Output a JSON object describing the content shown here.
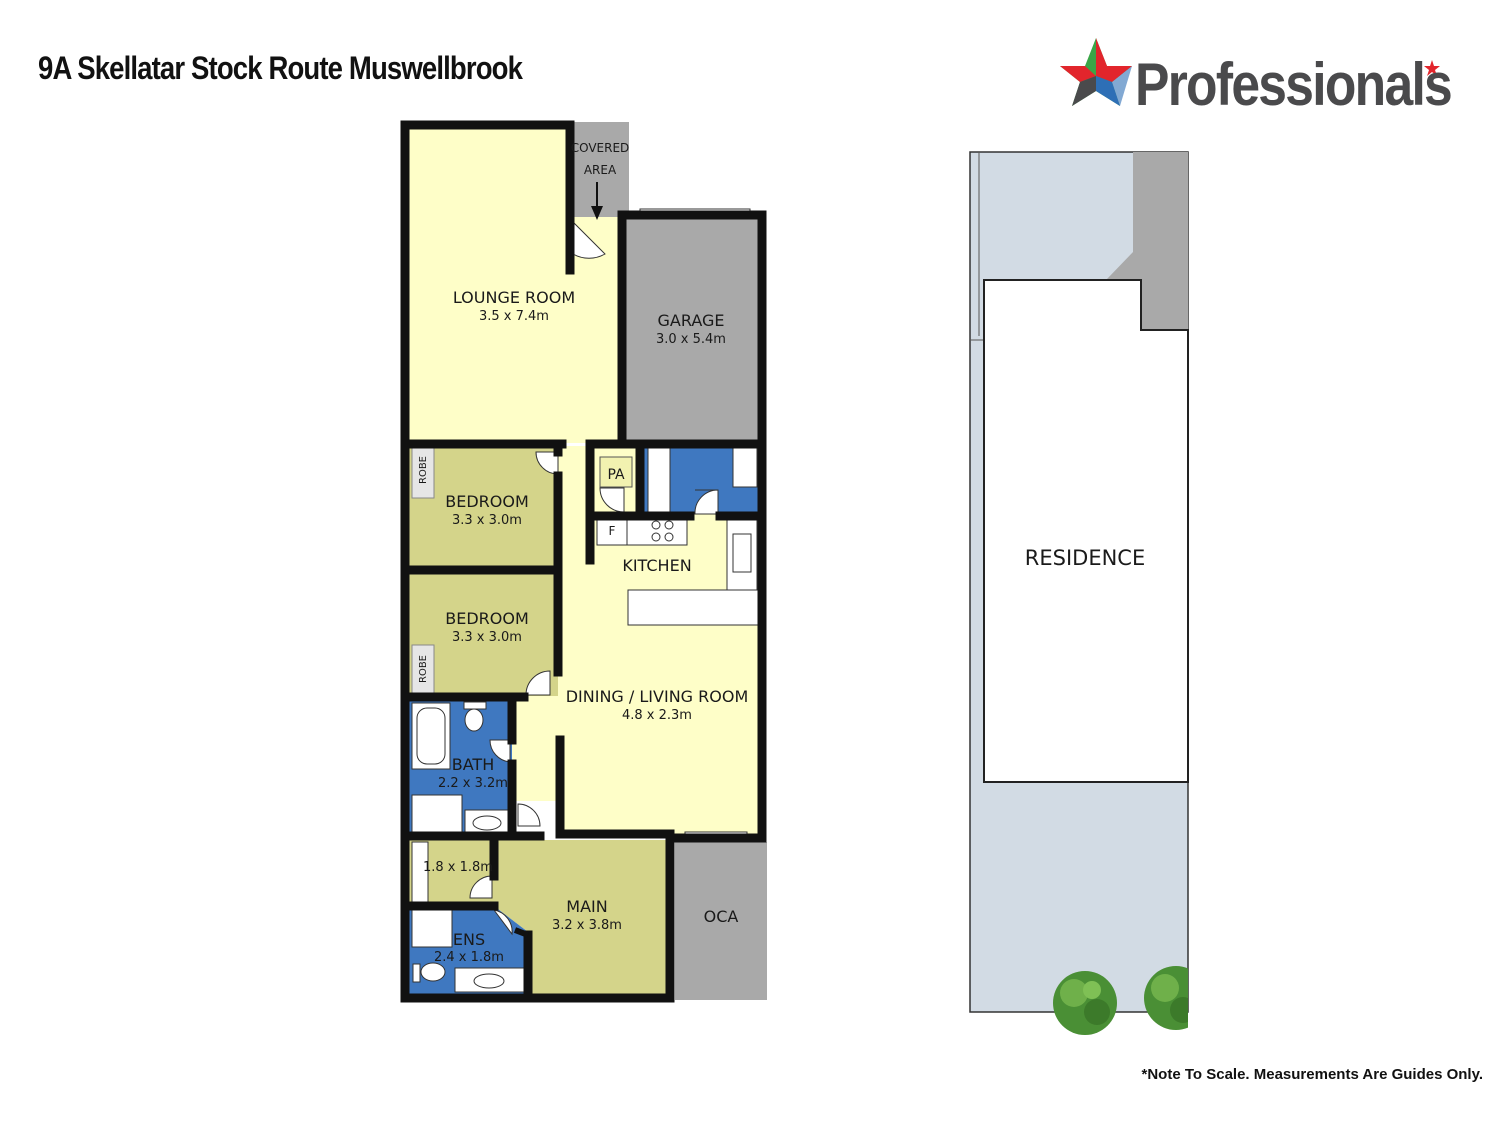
{
  "header": {
    "address": "9A Skellatar Stock Route Muswellbrook",
    "brand": "Professionals"
  },
  "footer": {
    "note": "*Note To Scale. Measurements Are Guides Only."
  },
  "rooms": {
    "lounge": {
      "name": "LOUNGE ROOM",
      "dims": "3.5 x 7.4m"
    },
    "garage": {
      "name": "GARAGE",
      "dims": "3.0 x 5.4m"
    },
    "covered": {
      "line1": "COVERED",
      "line2": "AREA"
    },
    "bedroom1": {
      "name": "BEDROOM",
      "dims": "3.3 x 3.0m",
      "robe": "ROBE"
    },
    "bedroom2": {
      "name": "BEDROOM",
      "dims": "3.3 x 3.0m",
      "robe": "ROBE"
    },
    "pa": {
      "name": "PA"
    },
    "fridge": {
      "name": "F"
    },
    "kitchen": {
      "name": "KITCHEN"
    },
    "dining": {
      "name": "DINING / LIVING ROOM",
      "dims": "4.8 x 2.3m"
    },
    "bath": {
      "name": "BATH",
      "dims": "2.2 x 3.2m"
    },
    "wir": {
      "dims": "1.8 x 1.8m"
    },
    "main": {
      "name": "MAIN",
      "dims": "3.2 x 3.8m"
    },
    "ens": {
      "name": "ENS",
      "dims": "2.4 x 1.8m"
    },
    "oca": {
      "name": "OCA"
    }
  },
  "site": {
    "residence": "RESIDENCE"
  },
  "colors": {
    "light_yellow": "#fefec8",
    "olive": "#d4d48a",
    "garage_grey": "#a9a9a9",
    "wet_blue": "#3f78c0",
    "site_blue": "#d2dbe4",
    "logo_red": "#e2252c",
    "logo_green": "#3aa647",
    "logo_blue": "#2e6fb6",
    "logo_grey": "#4a4a4c"
  }
}
